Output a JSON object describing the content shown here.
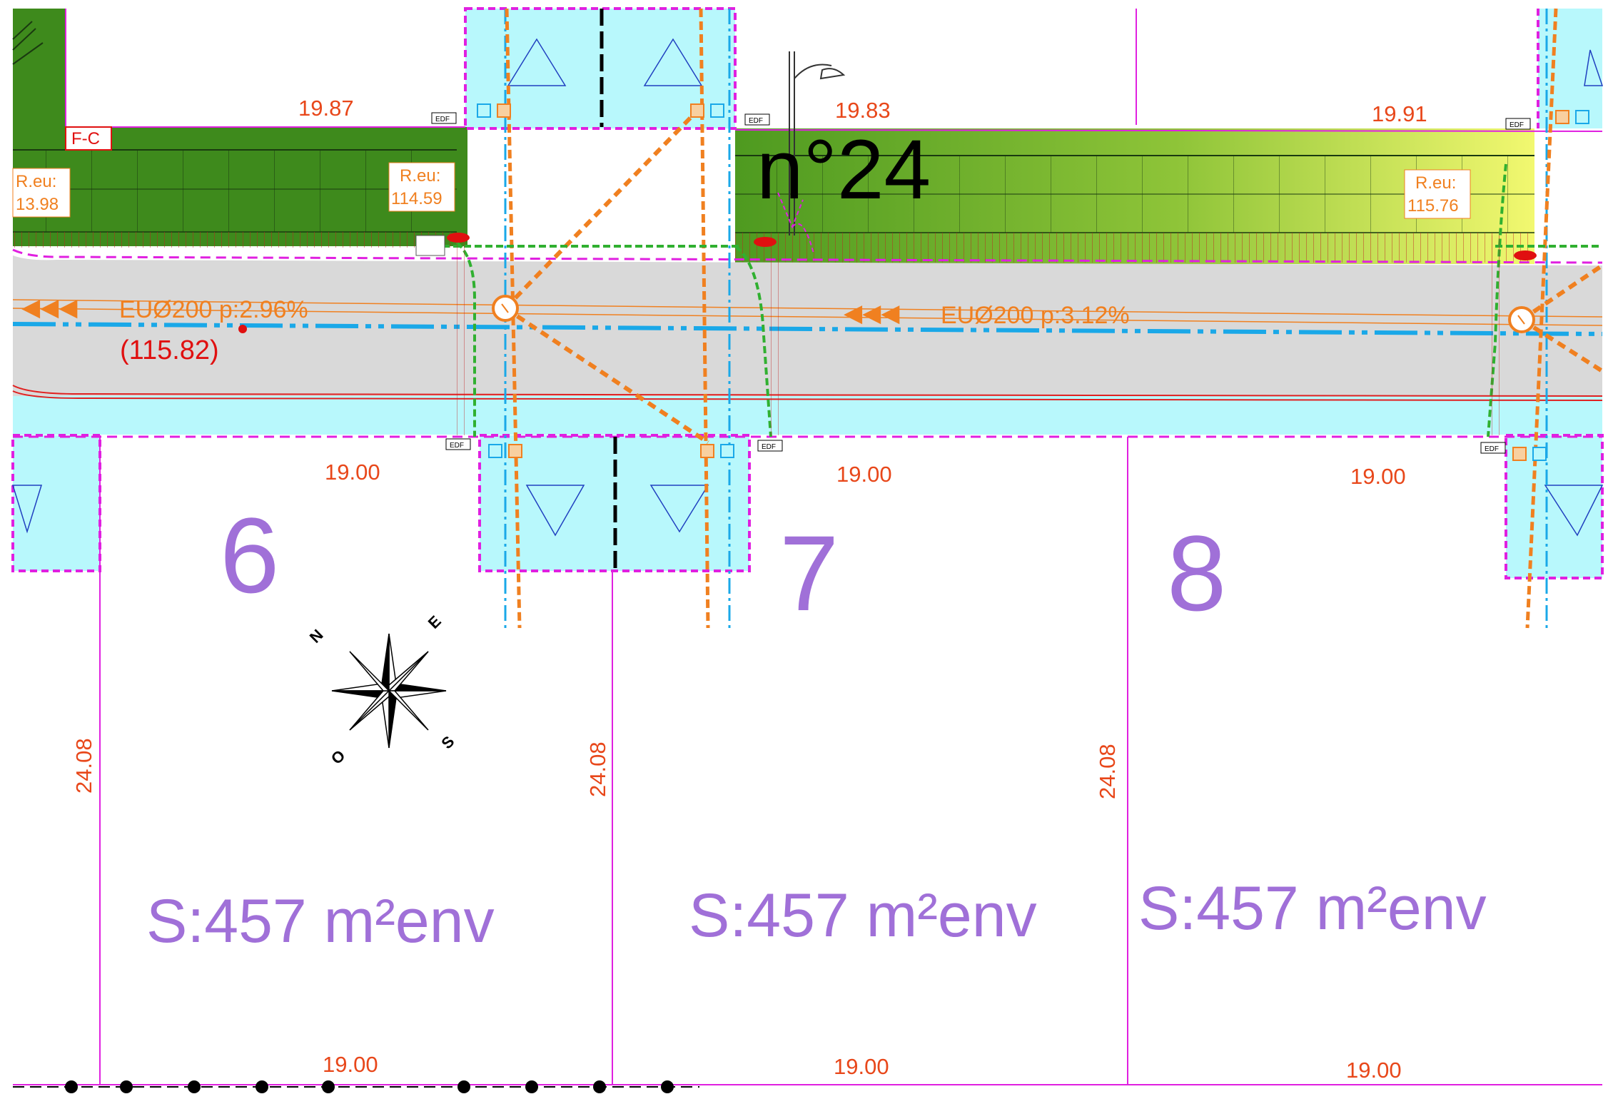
{
  "street": {
    "number": "n°24"
  },
  "frontage_dims": [
    "19.87",
    "19.83",
    "19.91"
  ],
  "lot_front_dims": [
    "19.00",
    "19.00",
    "19.00"
  ],
  "lot_back_dims": [
    "19.00",
    "19.00",
    "19.00"
  ],
  "lot_depth_dims": [
    "24.08",
    "24.08",
    "24.08"
  ],
  "lots": [
    {
      "number": "6",
      "surface": "S:457 m²env"
    },
    {
      "number": "7",
      "surface": "S:457 m²env"
    },
    {
      "number": "8",
      "surface": "S:457 m²env"
    }
  ],
  "pipes": [
    {
      "arrows": "◀◀◀",
      "label": "EUØ200 p:2.96%"
    },
    {
      "arrows": "◀◀◀",
      "label": "EUØ200 p:3.12%"
    }
  ],
  "spot_level": "(115.82)",
  "fc_label": "F-C",
  "reu": [
    {
      "label": "R.eu:",
      "value": "13.98"
    },
    {
      "label": "R.eu:",
      "value": "114.59"
    },
    {
      "label": "R.eu:",
      "value": "115.76"
    }
  ],
  "edf_label": "EDF",
  "compass": {
    "n": "N",
    "e": "E",
    "s": "S",
    "o": "O"
  },
  "colors": {
    "lot_text": "#a070d8",
    "dimension": "#e8471a",
    "sewer": "#f08020",
    "water": "#1aa8e8",
    "road": "#d9d9d9",
    "verge": "#b8f8fc",
    "boundary": "#e020e0",
    "gas": "#30b030"
  }
}
